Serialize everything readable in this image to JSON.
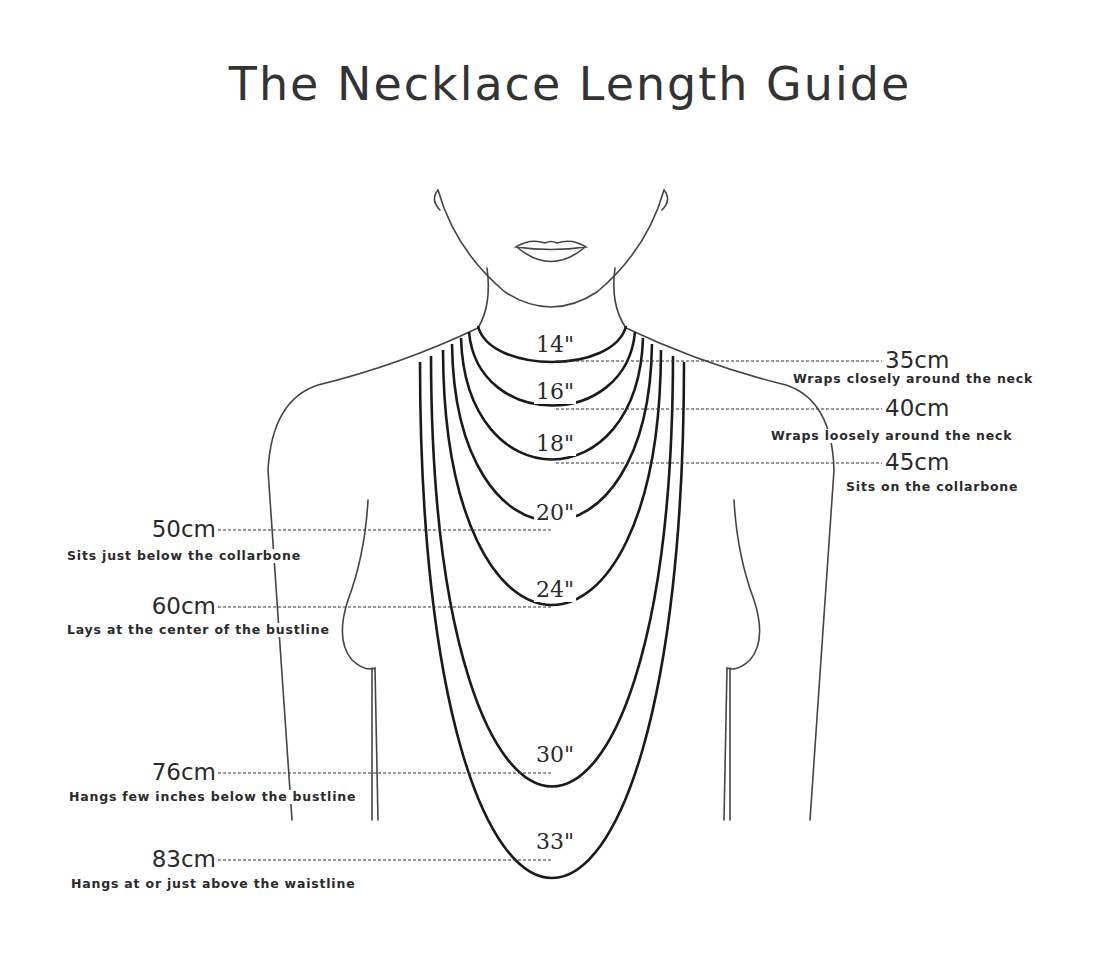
{
  "diagram": {
    "title": "The Necklace Length Guide",
    "labels": [
      "14\"",
      "16\"",
      "18\"",
      "20\"",
      "24\"",
      "30\"",
      "33\"",
      "35cm",
      "Wraps closely around the neck",
      "40cm",
      "Wraps loosely around the neck",
      "45cm",
      "Sits on the collarbone",
      "50cm",
      "Sits just below the collarbone",
      "60cm",
      "Lays at the center of the bustline",
      "76cm",
      "Hangs few inches below the bustline",
      "83cm",
      "Hangs at or just above the waistline"
    ]
  }
}
